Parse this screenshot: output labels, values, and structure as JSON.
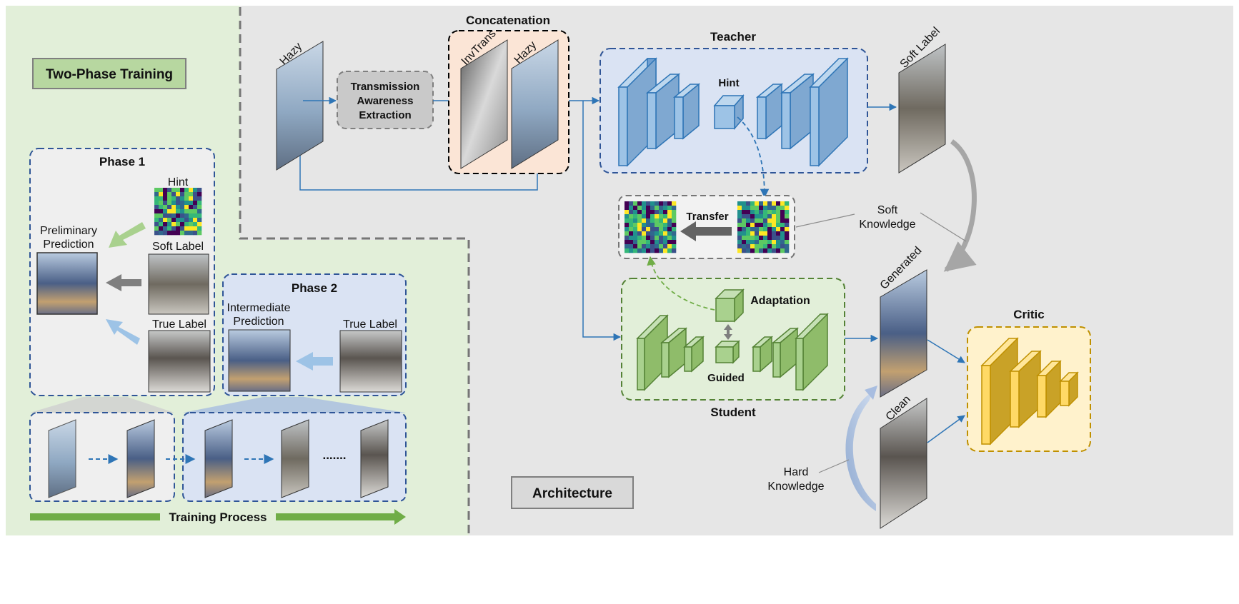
{
  "panels": {
    "training_title": "Two-Phase Training",
    "architecture_title": "Architecture",
    "phase1_title": "Phase 1",
    "phase2_title": "Phase 2",
    "training_process": "Training Process",
    "dots": "......."
  },
  "phase1": {
    "hint": "Hint",
    "soft_label": "Soft Label",
    "true_label": "True Label",
    "prelim_line1": "Preliminary",
    "prelim_line2": "Prediction"
  },
  "phase2": {
    "inter_line1": "Intermediate",
    "inter_line2": "Prediction",
    "true_label": "True Label"
  },
  "arch": {
    "hazy": "Hazy",
    "tae_line1": "Transmission",
    "tae_line2": "Awareness",
    "tae_line3": "Extraction",
    "concatenation": "Concatenation",
    "invtrans": "InvTrans",
    "hazy2": "Hazy",
    "teacher": "Teacher",
    "hint": "Hint",
    "soft_label": "Soft Label",
    "transfer": "Transfer",
    "soft_knowledge_line1": "Soft",
    "soft_knowledge_line2": "Knowledge",
    "adaptation": "Adaptation",
    "guided": "Guided",
    "student": "Student",
    "generated": "Generated",
    "clean": "Clean",
    "critic": "Critic",
    "hard_knowledge_line1": "Hard",
    "hard_knowledge_line2": "Knowledge"
  },
  "colors": {
    "green_panel": "#e2efd9",
    "gray_panel": "#e6e6e6",
    "blue_box": "#dae3f3",
    "green_box": "#e2efd9",
    "orange_box": "#fbe5d6",
    "yellow_box": "#fff2cc",
    "teacher_block": "#9dc3e6",
    "student_block": "#a9d18e",
    "critic_block": "#ffd966",
    "arrow_blue": "#2e75b6"
  }
}
